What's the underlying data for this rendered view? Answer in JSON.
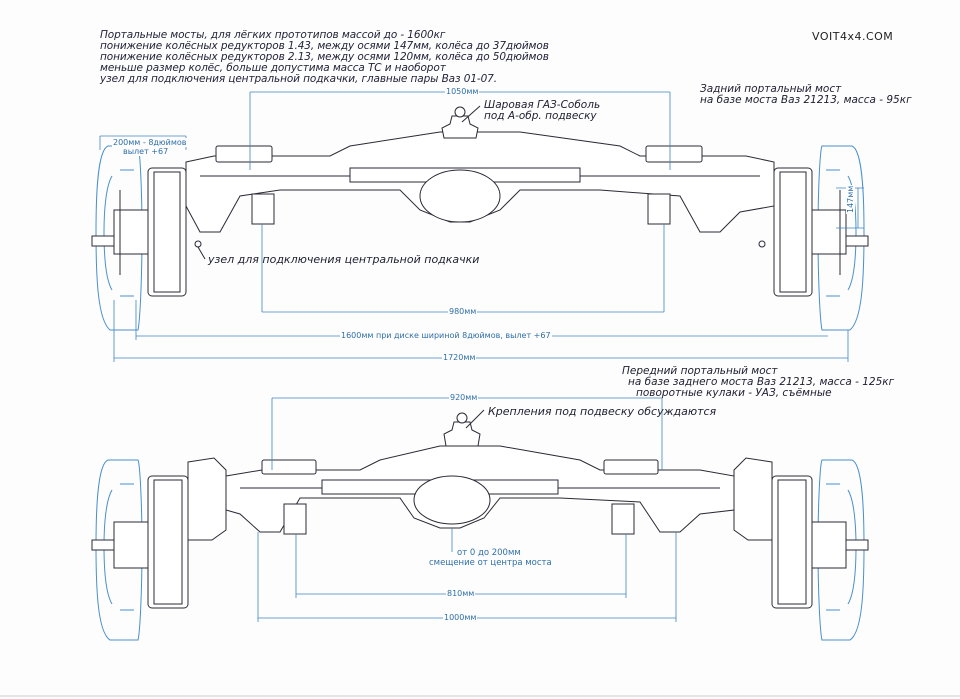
{
  "brand": "VOIT4x4.COM",
  "header_lines": [
    "Портальные мосты, для лёгких прототипов массой до - 1600кг",
    "понижение колёсных редукторов 1.43, между осями 147мм, колёса до 37дюймов",
    "понижение колёсных редукторов 2.13, между осями 120мм, колёса до 50дюймов",
    "меньше размер колёс, больше допустима масса ТС и наоборот",
    "узел для подключения центральной подкачки, главные пары Ваз 01-07."
  ],
  "rear_axle": {
    "title_line1": "Задний портальный мост",
    "title_line2": "на базе моста Ваз 21213,  масса - 95кг",
    "ball_joint_line1": "Шаровая ГАЗ-Соболь",
    "ball_joint_line2": "под А-обр. подвеску",
    "tire_inflation_note": "узел для подключения центральной подкачки",
    "wheel_note_line1": "200мм - 8дюймов",
    "wheel_note_line2": "вылет +67",
    "dim_top": "1050мм",
    "dim_inner": "980мм",
    "dim_track": "1600мм при диске шириной 8дюймов, вылет +67",
    "dim_overall": "1720мм",
    "dim_offset": "147мм"
  },
  "front_axle": {
    "title_line1": "Передний портальный мост",
    "title_line2": "на базе заднего моста Ваз 21213, масса - 125кг",
    "title_line3": "поворотные кулаки - УАЗ, съёмные",
    "mounts_note": "Крепления под подвеску обсуждаются",
    "dim_top": "920мм",
    "offset_line1": "от 0 до 200мм",
    "offset_line2": "смещение от центра моста",
    "dim_inner": "810мм",
    "dim_overall": "1000мм"
  }
}
